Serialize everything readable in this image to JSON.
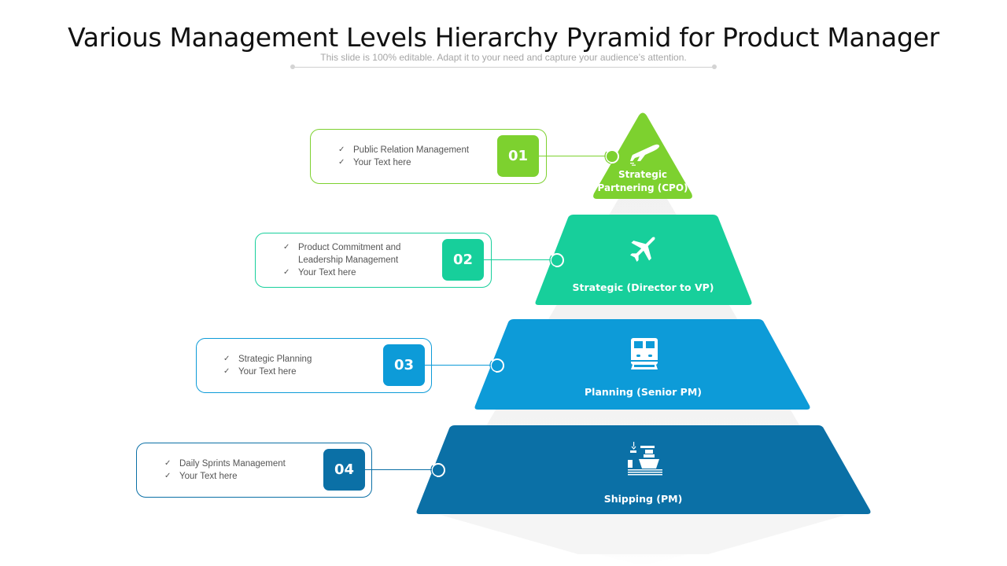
{
  "slide": {
    "title": "Various Management Levels Hierarchy Pyramid for Product Manager",
    "subtitle": "This slide is 100% editable. Adapt it to your need and capture your audience’s attention."
  },
  "colors": {
    "level1": "#7dd12f",
    "level2": "#17cf9b",
    "level3": "#0d9bd8",
    "level4": "#0b70a6",
    "shadow": "#eeeeee"
  },
  "levels": [
    {
      "number": "01",
      "label_line1": "Strategic",
      "label_line2": "Partnering (CPO)",
      "icon": "airplane-takeoff-icon",
      "bullets": [
        "Public Relation Management",
        "Your Text  here"
      ]
    },
    {
      "number": "02",
      "label": "Strategic (Director to VP)",
      "icon": "airplane-icon",
      "bullets": [
        "Product Commitment  and",
        "Leadership Management",
        "Your Text  here"
      ]
    },
    {
      "number": "03",
      "label": "Planning (Senior PM)",
      "icon": "train-icon",
      "bullets": [
        "Strategic Planning",
        "Your Text  here"
      ]
    },
    {
      "number": "04",
      "label": "Shipping (PM)",
      "icon": "cargo-ship-icon",
      "bullets": [
        "Daily Sprints Management",
        "Your Text  here"
      ]
    }
  ],
  "check_glyph": "✓"
}
